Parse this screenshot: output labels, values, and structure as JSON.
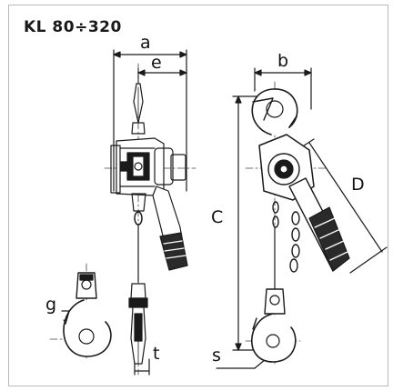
{
  "title": "KL 80÷320",
  "dimension_labels": {
    "a": "a",
    "e": "e",
    "b": "b",
    "c": "C",
    "d": "D",
    "g": "g",
    "s": "s",
    "t": "t"
  }
}
